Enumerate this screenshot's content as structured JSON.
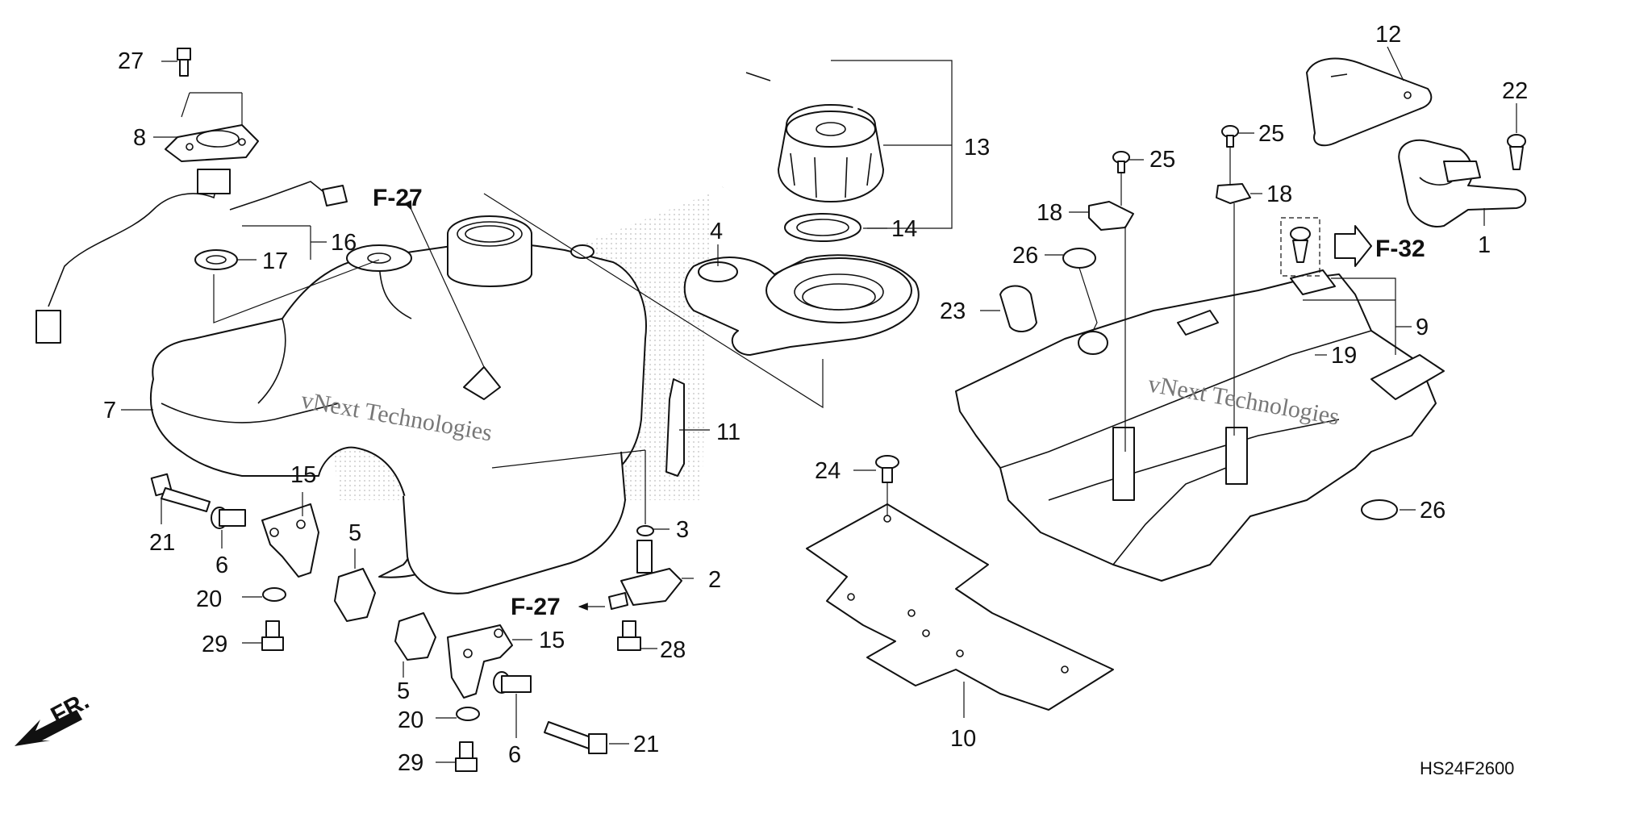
{
  "diagram": {
    "code": "HS24F2600",
    "front_arrow_label": "FR.",
    "refs": {
      "f27": "F-27",
      "f32": "F-32"
    },
    "watermark": "vNext Technologies",
    "callouts": {
      "c1": "1",
      "c2": "2",
      "c3": "3",
      "c4": "4",
      "c5a": "5",
      "c5b": "5",
      "c6a": "6",
      "c6b": "6",
      "c7": "7",
      "c8": "8",
      "c9": "9",
      "c10": "10",
      "c11": "11",
      "c12": "12",
      "c13": "13",
      "c14": "14",
      "c15a": "15",
      "c15b": "15",
      "c16": "16",
      "c17": "17",
      "c18a": "18",
      "c18b": "18",
      "c19": "19",
      "c20a": "20",
      "c20b": "20",
      "c21a": "21",
      "c21b": "21",
      "c22": "22",
      "c23": "23",
      "c24": "24",
      "c25a": "25",
      "c25b": "25",
      "c26a": "26",
      "c26b": "26",
      "c27": "27",
      "c28": "28",
      "c29a": "29",
      "c29b": "29"
    }
  }
}
